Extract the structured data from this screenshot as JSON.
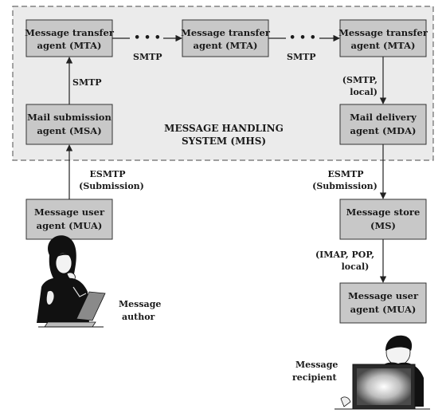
{
  "system": {
    "label_line1": "MESSAGE HANDLING",
    "label_line2": "SYSTEM (MHS)"
  },
  "nodes": {
    "mta1": {
      "line1": "Message transfer",
      "line2": "agent (MTA)"
    },
    "mta2": {
      "line1": "Message transfer",
      "line2": "agent (MTA)"
    },
    "mta3": {
      "line1": "Message transfer",
      "line2": "agent (MTA)"
    },
    "msa": {
      "line1": "Mail submission",
      "line2": "agent (MSA)"
    },
    "mda": {
      "line1": "Mail delivery",
      "line2": "agent (MDA)"
    },
    "mua_sender": {
      "line1": "Message user",
      "line2": "agent (MUA)"
    },
    "ms": {
      "line1": "Message store",
      "line2": "(MS)"
    },
    "mua_recipient": {
      "line1": "Message user",
      "line2": "agent (MUA)"
    }
  },
  "edges": {
    "dots": "• • •",
    "mta1_mta2": "SMTP",
    "mta2_mta3": "SMTP",
    "msa_mta1": "SMTP",
    "mta3_mda_line1": "(SMTP,",
    "mta3_mda_line2": "local)",
    "mua_msa_line1": "ESMTP",
    "mua_msa_line2": "(Submission)",
    "mda_ms_line1": "ESMTP",
    "mda_ms_line2": "(Submission)",
    "ms_mua_line1": "(IMAP, POP,",
    "ms_mua_line2": "local)"
  },
  "people": {
    "author_line1": "Message",
    "author_line2": "author",
    "recipient_line1": "Message",
    "recipient_line2": "recipient"
  },
  "colors": {
    "box_fill": "#c8c8c8",
    "system_fill": "#ebebeb",
    "stroke": "#333333"
  }
}
